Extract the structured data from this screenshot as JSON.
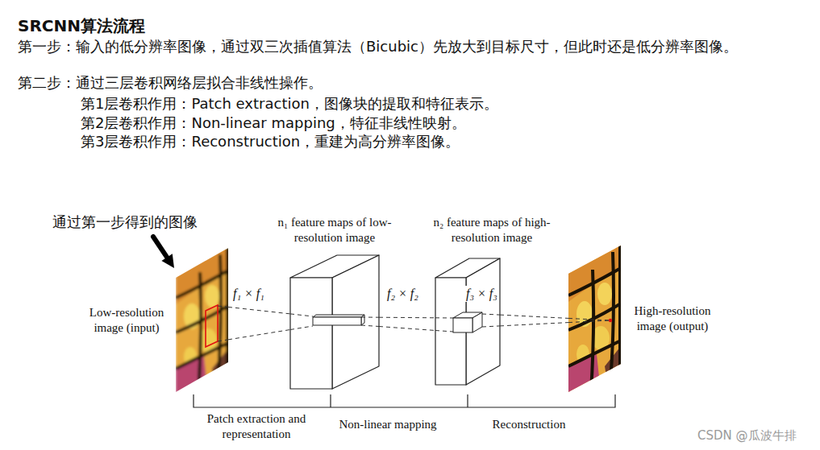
{
  "diagram": {
    "title": "SRCNN算法流程",
    "nodes": [
      {
        "text": [
          "Low-resolution image (input)"
        ]
      },
      {
        "text": [
          "n₁ feature maps of low-resolution image"
        ]
      },
      {
        "text": [
          "n₂ feature maps of high-resolution image"
        ]
      },
      {
        "text": [
          "High-resolution image (output)"
        ]
      }
    ],
    "edges": [
      {
        "from": 0,
        "to": 1,
        "arrow": "none"
      },
      {
        "from": 1,
        "to": 2,
        "arrow": "none"
      },
      {
        "from": 2,
        "to": 3,
        "arrow": "none"
      }
    ],
    "labels": [
      "第一步：输入的低分辨率图像，通过双三次插值算法（Bicubic）先放大到目标尺寸，但此时还是低分辨率图像。",
      "第二步：通过三层卷积网络层拟合非线性操作。",
      "第1层卷积作用：Patch extraction，图像块的提取和特征表示。",
      "第2层卷积作用：Non-linear mapping，特征非线性映射。",
      "第3层卷积作用：Reconstruction，重建为高分辨率图像。",
      "通过第一步得到的图像",
      "f₁ × f₁",
      "f₂ × f₂",
      "f₃ × f₃",
      "Patch extraction and representation",
      "Non-linear mapping",
      "Reconstruction",
      "CSDN @瓜波牛排"
    ]
  }
}
